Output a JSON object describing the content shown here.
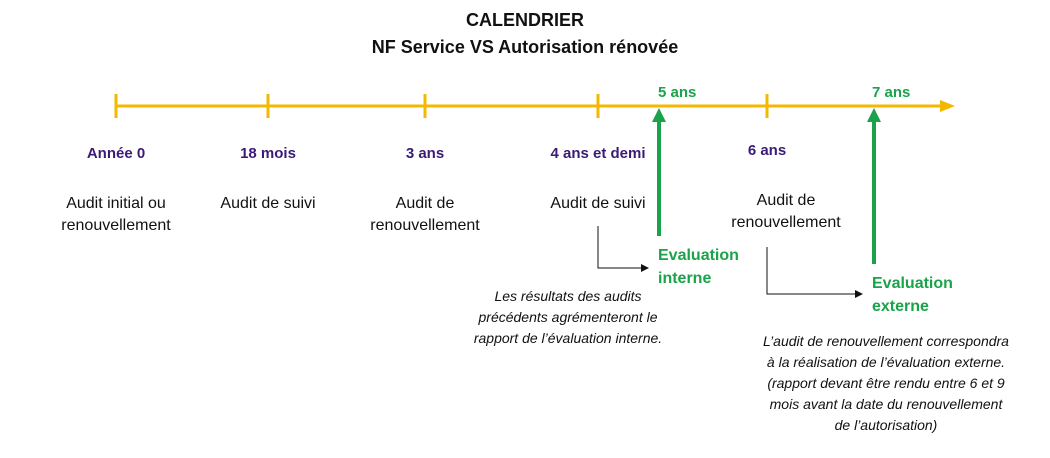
{
  "title": {
    "line1": "CALENDRIER",
    "line2": "NF Service VS Autorisation rénovée"
  },
  "milestones": [
    {
      "label": "Année 0",
      "description": [
        "Audit initial ou",
        "renouvellement"
      ]
    },
    {
      "label": "18 mois",
      "description": [
        "Audit de suivi"
      ]
    },
    {
      "label": "3 ans",
      "description": [
        "Audit de",
        "renouvellement"
      ]
    },
    {
      "label": "4 ans et demi",
      "description": [
        "Audit de suivi"
      ]
    },
    {
      "label": "6 ans",
      "description": [
        "Audit de",
        "renouvellement"
      ]
    }
  ],
  "evaluation_points": [
    {
      "label": "5 ans",
      "evaluation": [
        "Evaluation",
        "interne"
      ]
    },
    {
      "label": "7 ans",
      "evaluation": [
        "Evaluation",
        "externe"
      ]
    }
  ],
  "notes": {
    "interne": [
      "Les résultats des audits",
      "précédents agrémenteront le",
      "rapport de l’évaluation interne."
    ],
    "externe": [
      "L’audit de renouvellement correspondra",
      "à la réalisation de l’évaluation externe.",
      "(rapport devant être rendu entre 6 et 9",
      "mois avant la date du renouvellement",
      "de l’autorisation)"
    ]
  },
  "colors": {
    "timeline": "#f5b800",
    "milestone_label": "#3b1a78",
    "evaluation": "#1aa34a",
    "text": "#111111"
  }
}
